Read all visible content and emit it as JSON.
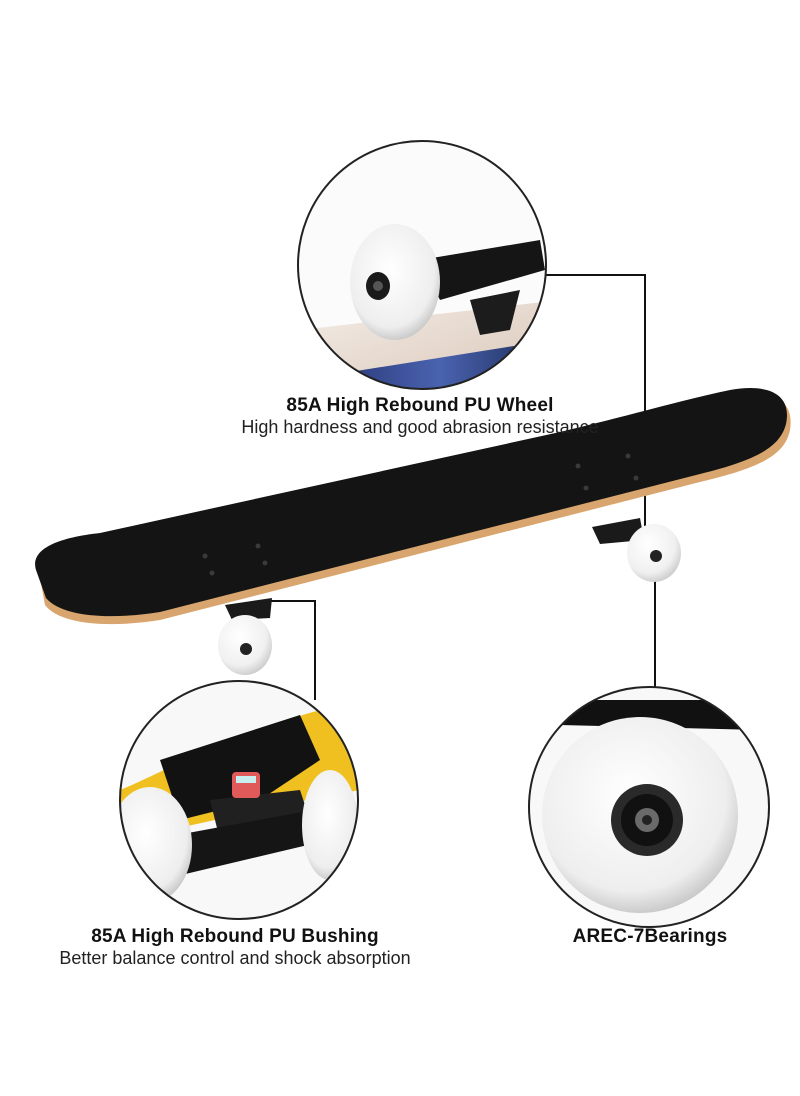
{
  "features": {
    "wheel": {
      "title": "85A High Rebound PU Wheel",
      "subtitle": "High hardness and good abrasion resistance"
    },
    "bushing": {
      "title": "85A High Rebound PU Bushing",
      "subtitle": "Better balance control and shock absorption"
    },
    "bearings": {
      "title": "AREC-7Bearings"
    }
  },
  "colors": {
    "griptape": "#141414",
    "deck_edge": "#d9a56e",
    "wheel": "#f4f4f4",
    "truck": "#1a1a1a",
    "leader_line": "#111111",
    "circle_border": "#222222",
    "accent_yellow": "#f0c020"
  }
}
